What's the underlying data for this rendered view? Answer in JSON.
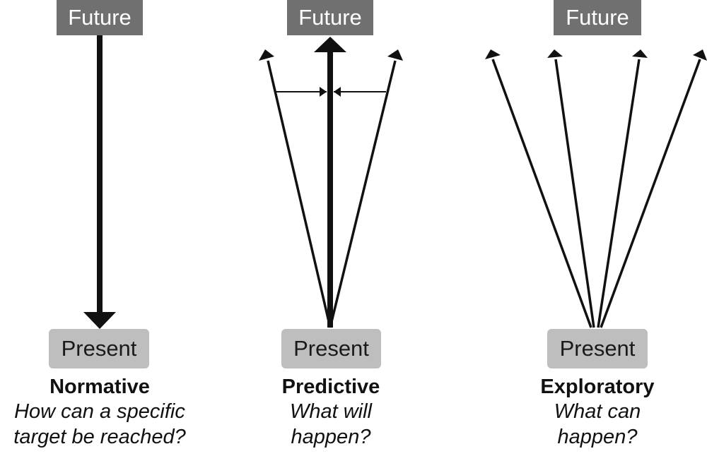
{
  "panels": [
    {
      "future_label": "Future",
      "present_label": "Present",
      "title": "Normative",
      "question_line1": "How can a specific",
      "question_line2": "target be reached?"
    },
    {
      "future_label": "Future",
      "present_label": "Present",
      "title": "Predictive",
      "question_line1": "What will",
      "question_line2": "happen?"
    },
    {
      "future_label": "Future",
      "present_label": "Present",
      "title": "Exploratory",
      "question_line1": "What can",
      "question_line2": "happen?"
    }
  ],
  "colors": {
    "future_box": "#707070",
    "present_box": "#bebebe",
    "arrow": "#111111"
  }
}
